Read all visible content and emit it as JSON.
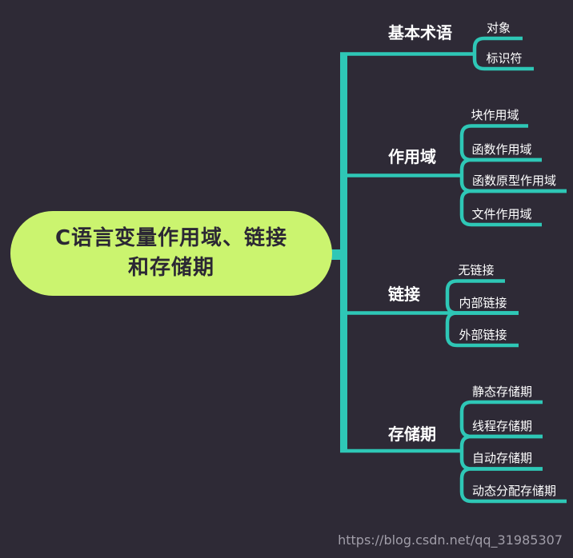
{
  "canvas": {
    "background": "#2e2a36"
  },
  "theme": {
    "line_color": "#2ec7b6",
    "root_fill": "#cbf46f",
    "root_text": "#2b2734",
    "topic_text": "#ffffff",
    "watermark_text": "#a19ea9"
  },
  "root": {
    "line1": "C语言变量作用域、链接",
    "line2": "和存储期"
  },
  "branches": [
    {
      "label": "基本术语",
      "children": [
        {
          "label": "对象"
        },
        {
          "label": "标识符"
        }
      ]
    },
    {
      "label": "作用域",
      "children": [
        {
          "label": "块作用域"
        },
        {
          "label": "函数作用域"
        },
        {
          "label": "函数原型作用域"
        },
        {
          "label": "文件作用域"
        }
      ]
    },
    {
      "label": "链接",
      "children": [
        {
          "label": "无链接"
        },
        {
          "label": "内部链接"
        },
        {
          "label": "外部链接"
        }
      ]
    },
    {
      "label": "存储期",
      "children": [
        {
          "label": "静态存储期"
        },
        {
          "label": "线程存储期"
        },
        {
          "label": "自动存储期"
        },
        {
          "label": "动态分配存储期"
        }
      ]
    }
  ],
  "watermark": "https://blog.csdn.net/qq_31985307"
}
